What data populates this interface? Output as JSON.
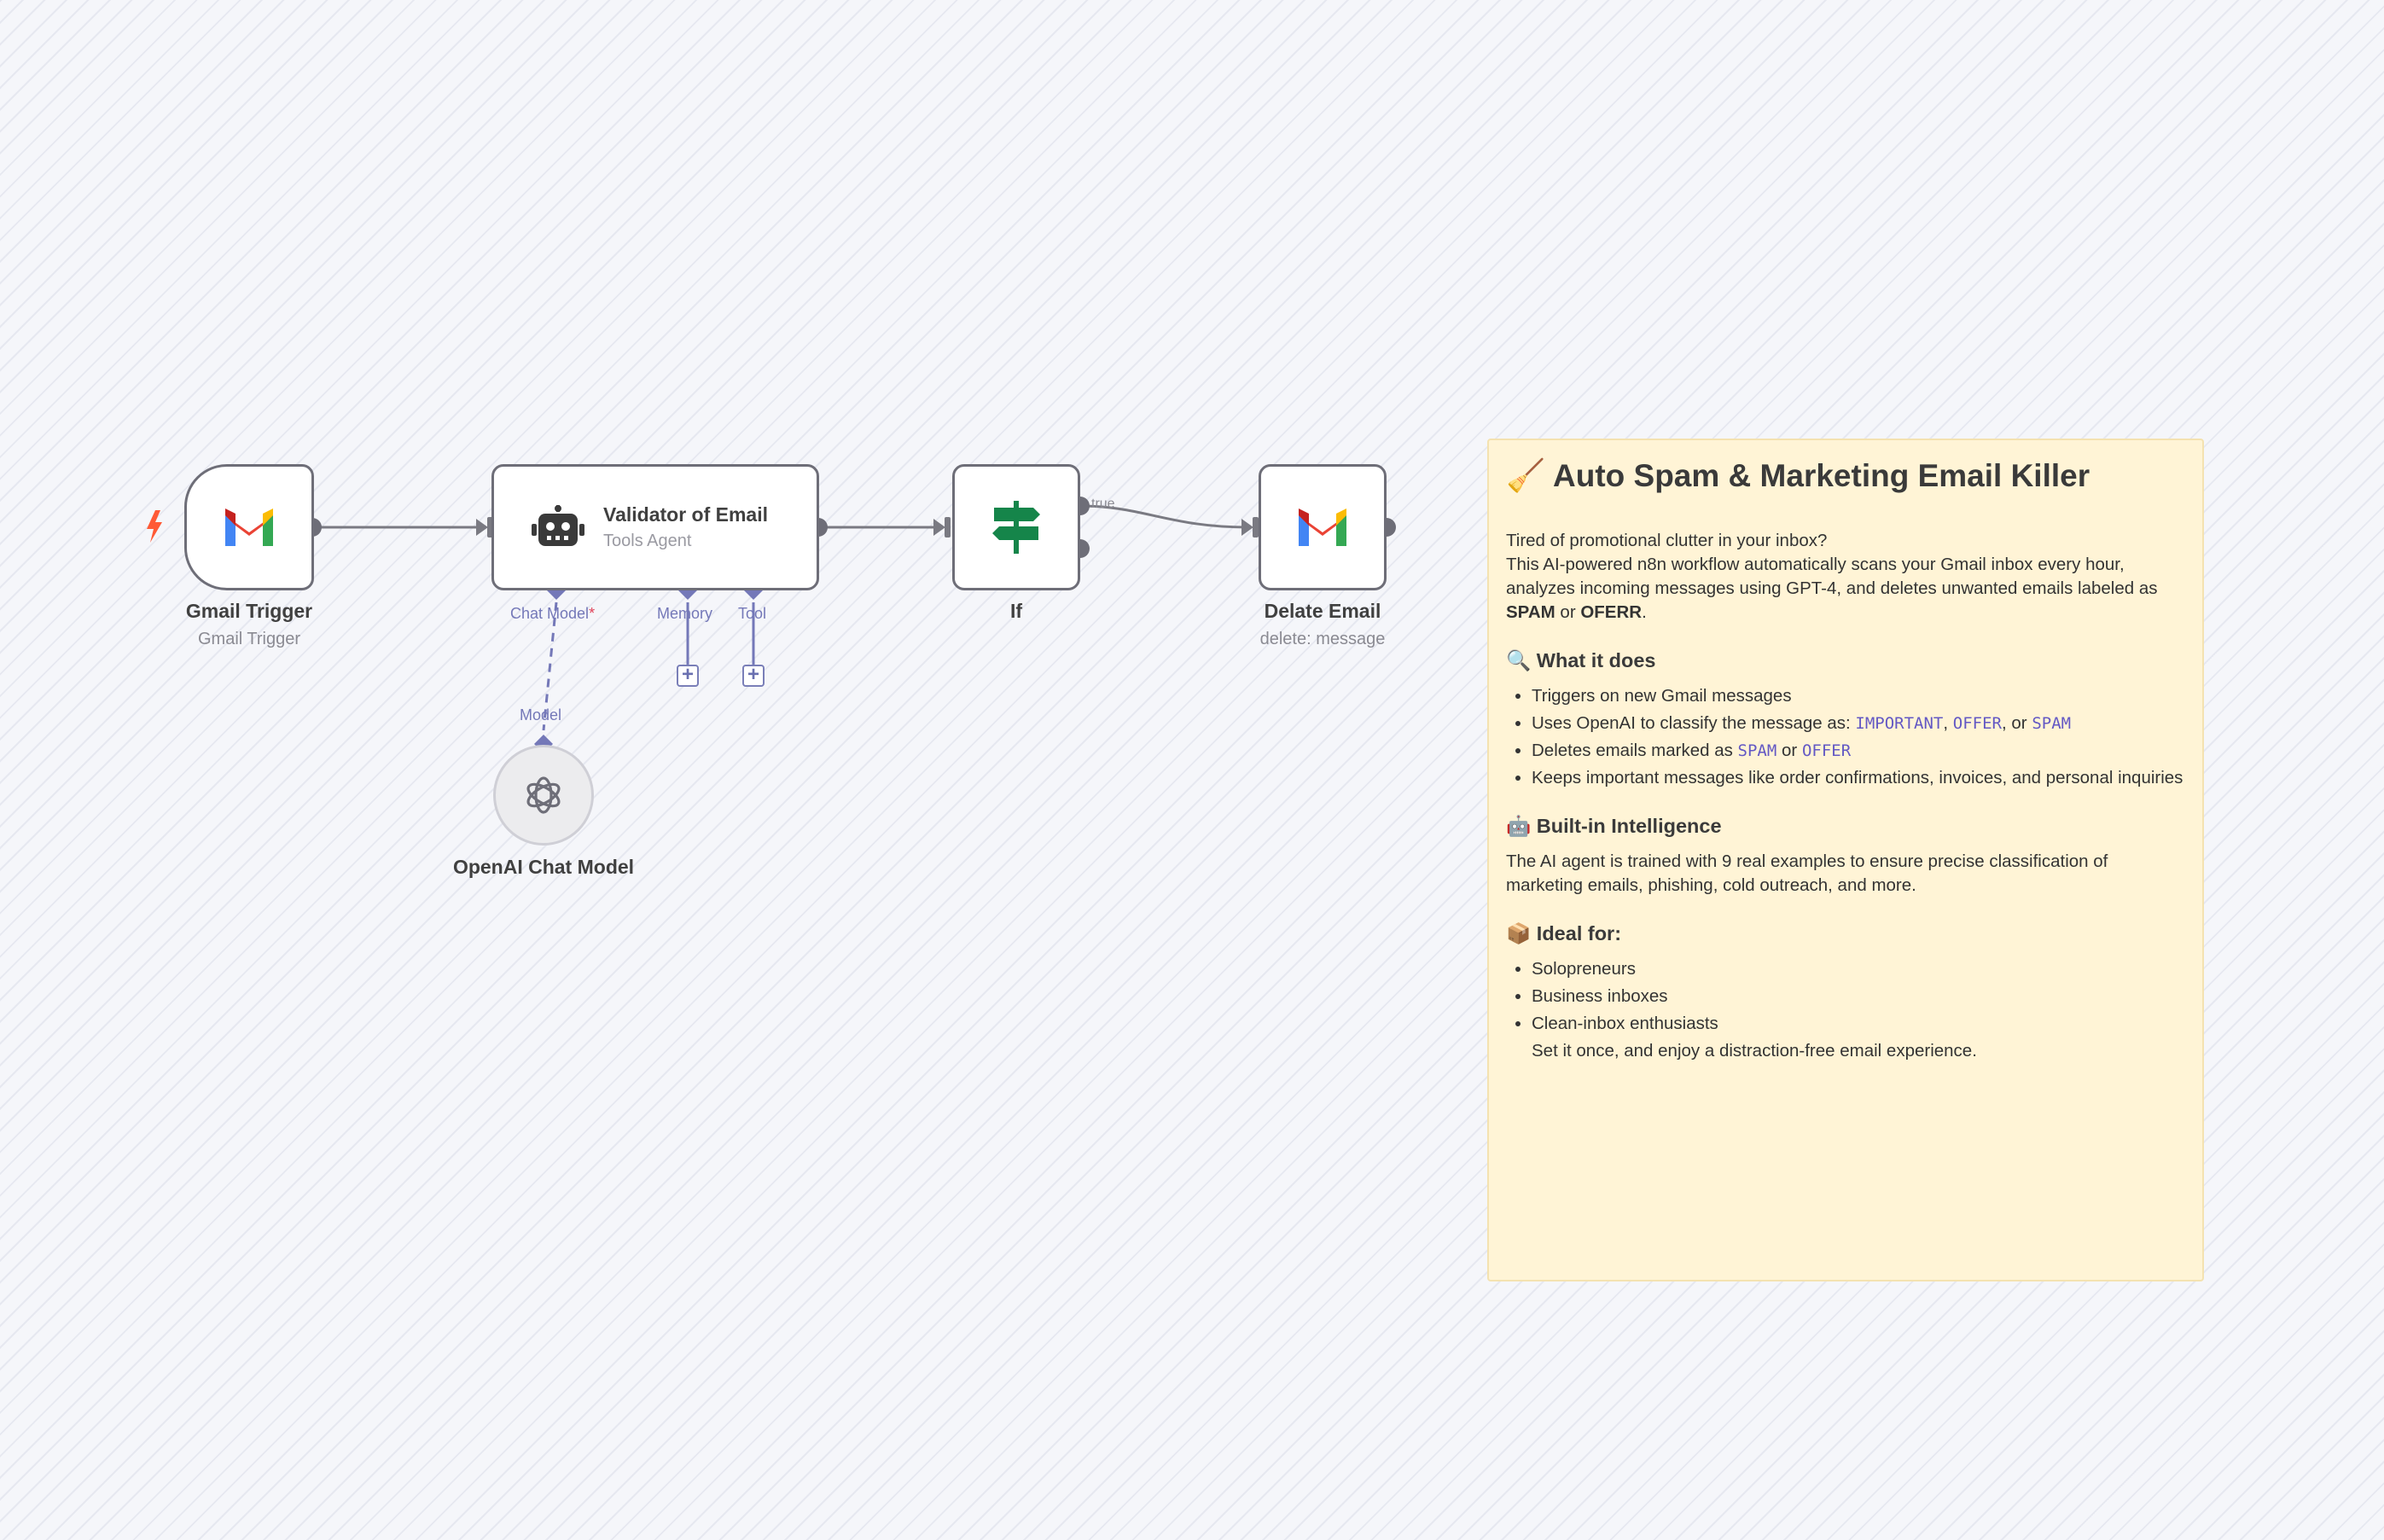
{
  "nodes": {
    "gmail_trigger": {
      "title": "Gmail Trigger",
      "subtitle": "Gmail Trigger"
    },
    "validator": {
      "title": "Validator of Email",
      "subtitle": "Tools Agent"
    },
    "if_node": {
      "title": "If"
    },
    "delete_email": {
      "title": "Delate Email",
      "subtitle": "delete: message"
    },
    "openai": {
      "title": "OpenAI Chat Model"
    }
  },
  "ports": {
    "chat_model": "Chat Model",
    "required_mark": "*",
    "memory": "Memory",
    "tool": "Tool",
    "model": "Model",
    "plus": "+"
  },
  "connections": {
    "true_label": "true"
  },
  "sticky": {
    "title_emoji": "🧹",
    "title": "Auto Spam & Marketing Email Killer",
    "intro_line1": "Tired of promotional clutter in your inbox?",
    "intro_line2_a": "This AI-powered n8n workflow automatically scans your Gmail inbox every hour, analyzes incoming messages using GPT-4, and deletes unwanted emails labeled as ",
    "intro_spam": "SPAM",
    "intro_or": " or ",
    "intro_oferr": "OFERR",
    "intro_end": ".",
    "what_emoji": "🔍",
    "what_heading": "What it does",
    "what_item1": "Triggers on new Gmail messages",
    "what_item2_a": "Uses OpenAI to classify the message as: ",
    "code_important": "IMPORTANT",
    "comma": ", ",
    "code_offer": "OFFER",
    "comma_or": ", or ",
    "code_spam": "SPAM",
    "what_item3_a": "Deletes emails marked as ",
    "or": " or ",
    "what_item4": "Keeps important messages like order confirmations, invoices, and personal inquiries",
    "builtin_emoji": "🤖",
    "builtin_heading": "Built-in Intelligence",
    "builtin_text": "The AI agent is trained with 9 real examples to ensure precise classification of marketing emails, phishing, cold outreach, and more.",
    "ideal_emoji": "📦",
    "ideal_heading": "Ideal for:",
    "ideal_items": [
      "Solopreneurs",
      "Business inboxes",
      "Clean-inbox enthusiasts"
    ],
    "closing": "Set it once, and enjoy a distraction-free email experience."
  },
  "colors": {
    "node_border": "#6e6e78",
    "port_purple": "#7478b8",
    "sticky_bg": "#fff4d6",
    "if_green": "#15854a",
    "trigger_red": "#ff5a36"
  }
}
